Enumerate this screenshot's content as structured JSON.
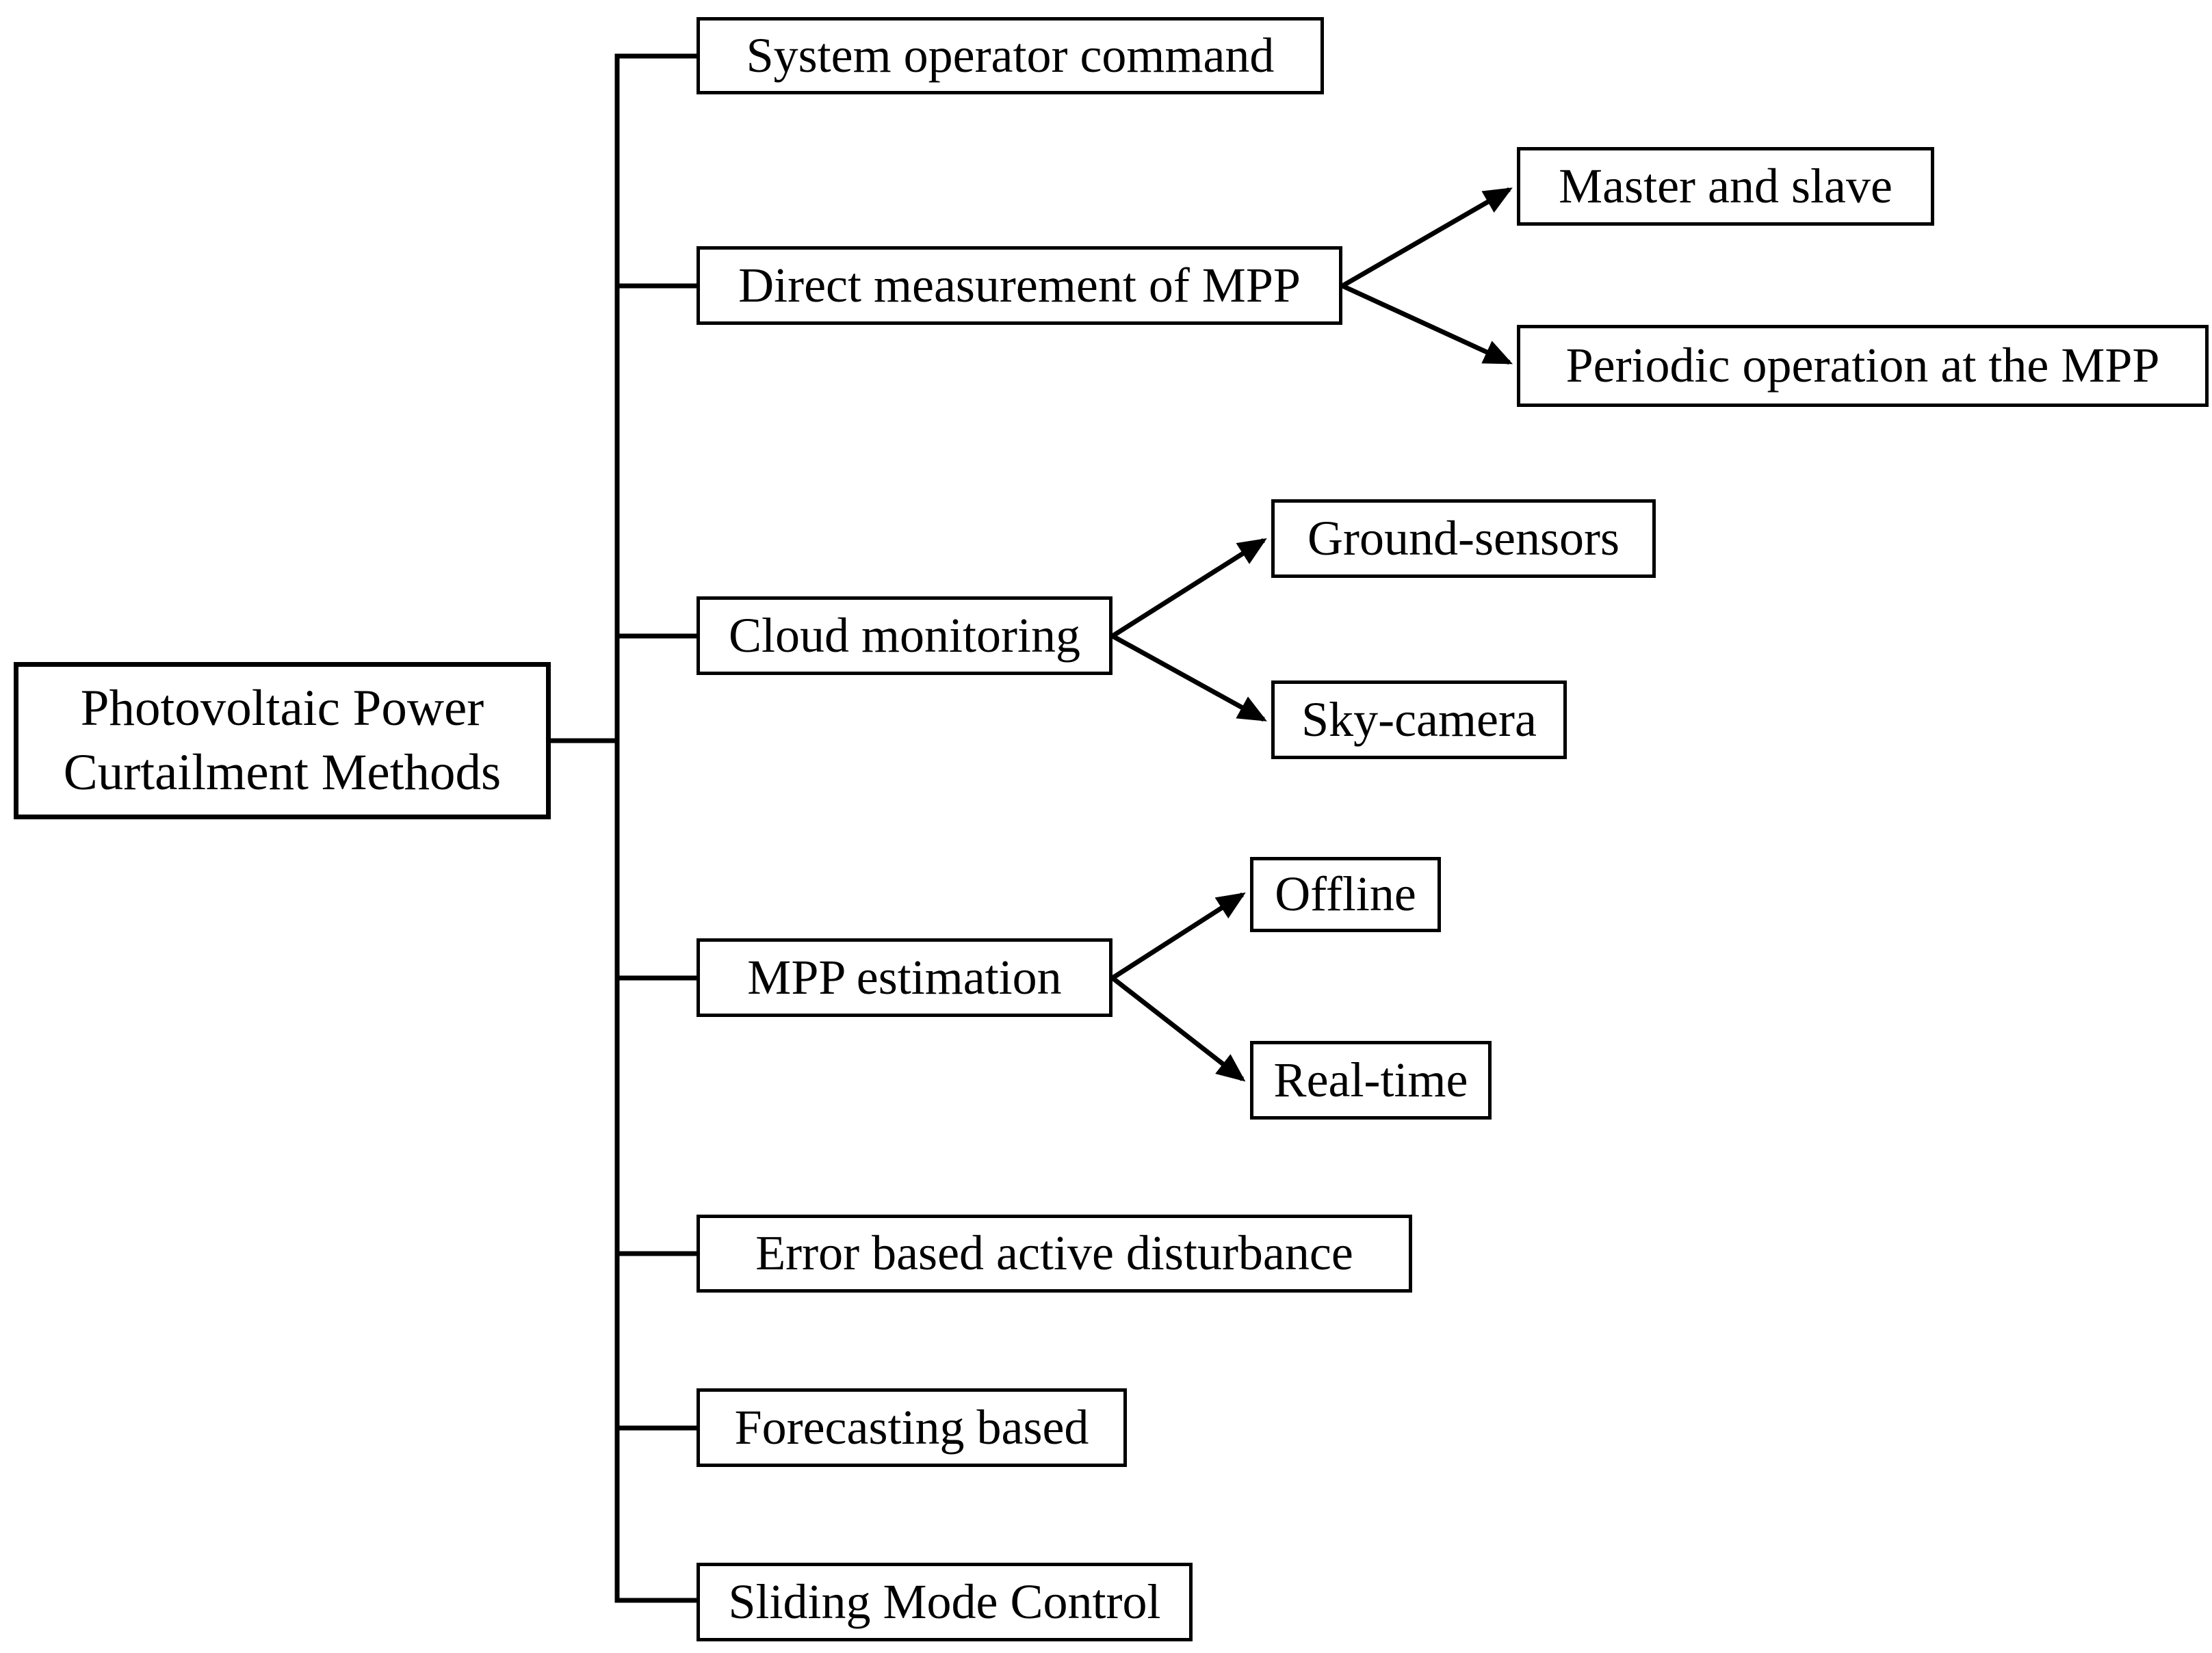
{
  "diagram": {
    "root": {
      "line1": "Photovoltaic Power",
      "line2": "Curtailment Methods"
    },
    "branches": [
      {
        "label": "System operator command"
      },
      {
        "label": "Direct measurement of MPP",
        "children": [
          {
            "label": "Master and slave"
          },
          {
            "label": "Periodic operation at the MPP"
          }
        ]
      },
      {
        "label": "Cloud monitoring",
        "children": [
          {
            "label": "Ground-sensors"
          },
          {
            "label": "Sky-camera"
          }
        ]
      },
      {
        "label": "MPP estimation",
        "children": [
          {
            "label": "Offline"
          },
          {
            "label": "Real-time"
          }
        ]
      },
      {
        "label": "Error based active disturbance"
      },
      {
        "label": "Forecasting based"
      },
      {
        "label": "Sliding Mode Control"
      }
    ],
    "colors": {
      "line": "#000000",
      "box_border": "#000000",
      "text": "#000000",
      "background": "#ffffff"
    }
  }
}
